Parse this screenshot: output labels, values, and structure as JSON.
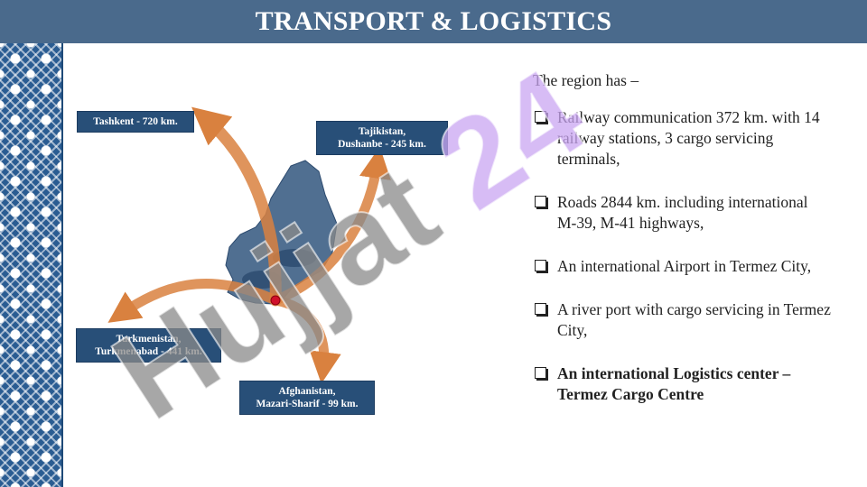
{
  "header": {
    "title": "TRANSPORT & LOGISTICS"
  },
  "watermark": {
    "text": "Hujjat 24",
    "text_color": "#8a8a8a",
    "digits_color": "#c9a6f2"
  },
  "colors": {
    "title_bar": "#4a6a8c",
    "label_bg": "#284f78",
    "arrow": "#d9813f",
    "region": "#3d5f85",
    "side_band": "#2a5c92"
  },
  "map": {
    "labels": [
      {
        "id": "tashkent",
        "lines": [
          "Tashkent - 720 km."
        ]
      },
      {
        "id": "tajikistan",
        "lines": [
          "Tajikistan,",
          "Dushanbe - 245 km."
        ]
      },
      {
        "id": "turkmenistan",
        "lines": [
          "Turkmenistan,",
          "Turkmenabad - 441 km."
        ]
      },
      {
        "id": "afghanistan",
        "lines": [
          "Afghanistan,",
          "Mazari-Sharif - 99 km."
        ]
      }
    ]
  },
  "content": {
    "intro": "The region has –",
    "items": [
      {
        "text": "Railway communication 372 km. with 14 railway stations, 3 cargo servicing terminals,",
        "bold": false
      },
      {
        "text": "Roads 2844 km. including international M-39, M-41 highways,",
        "bold": false
      },
      {
        "text": "An international Airport in Termez City,",
        "bold": false
      },
      {
        "text": "A river port with cargo servicing in Termez City,",
        "bold": false
      },
      {
        "text": "An international Logistics center – Termez Cargo Centre",
        "bold": true
      }
    ]
  }
}
